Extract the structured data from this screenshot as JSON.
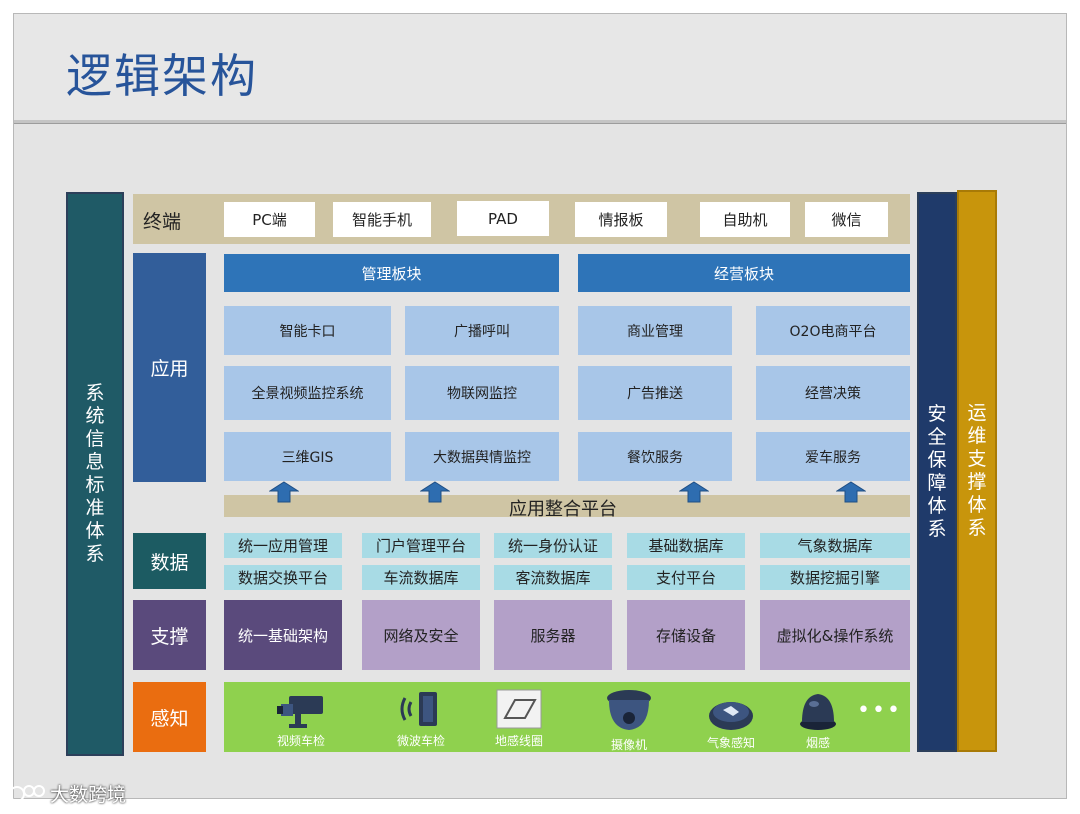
{
  "title": "逻辑架构",
  "left_bar": "系统信息标准体系",
  "right_bar_1": "安全保障体系",
  "right_bar_2": "运维支撑体系",
  "terminal": {
    "label": "终端",
    "items": [
      "PC端",
      "智能手机",
      "PAD",
      "情报板",
      "自助机",
      "微信"
    ]
  },
  "application": {
    "label": "应用",
    "mgmt_header": "管理板块",
    "biz_header": "经营板块",
    "mgmt_items": [
      "智能卡口",
      "广播呼叫",
      "全景视频监控系统",
      "物联网监控",
      "三维GIS",
      "大数据舆情监控"
    ],
    "biz_items": [
      "商业管理",
      "O2O电商平台",
      "广告推送",
      "经营决策",
      "餐饮服务",
      "爱车服务"
    ],
    "platform": "应用整合平台"
  },
  "data_layer": {
    "label": "数据",
    "row1": [
      "统一应用管理",
      "门户管理平台",
      "统一身份认证",
      "基础数据库",
      "气象数据库"
    ],
    "row2": [
      "数据交换平台",
      "车流数据库",
      "客流数据库",
      "支付平台",
      "数据挖掘引擎"
    ]
  },
  "support": {
    "label": "支撑",
    "items": [
      "统一基础架构",
      "网络及安全",
      "服务器",
      "存储设备",
      "虚拟化&操作系统"
    ]
  },
  "sensing": {
    "label": "感知",
    "items": [
      {
        "label": "视频车检",
        "icon": "camera-icon"
      },
      {
        "label": "微波车检",
        "icon": "microwave-detector-icon"
      },
      {
        "label": "地感线圈",
        "icon": "ground-loop-icon"
      },
      {
        "label": "摄像机",
        "icon": "dome-camera-icon"
      },
      {
        "label": "气象感知",
        "icon": "weather-sensor-icon"
      },
      {
        "label": "烟感",
        "icon": "smoke-detector-icon"
      }
    ],
    "more": "•••"
  },
  "watermark": "大数跨境",
  "colors": {
    "title": "#27549a",
    "left_bar": "#1f5a66",
    "security_bar": "#1f3a6a",
    "ops_bar": "#c8950c",
    "app_label": "#325e9a",
    "data_label": "#1c5b62",
    "support_label": "#5a4a7c",
    "sensing_label": "#ea6d10",
    "sensing_band": "#8fd14e"
  }
}
